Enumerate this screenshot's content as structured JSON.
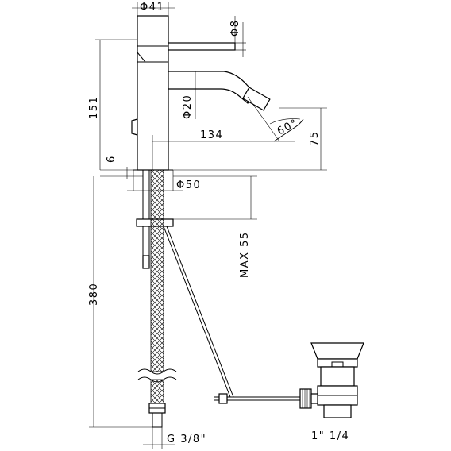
{
  "labels": {
    "d41": "Φ41",
    "d8": "Φ8",
    "h151": "151",
    "d20": "Φ20",
    "w134": "134",
    "a60": "60°",
    "h75": "75",
    "t6": "6",
    "d50": "Φ50",
    "max55": "MAX 55",
    "h380": "380",
    "g38": "G 3/8\"",
    "drain": "1\"  1/4"
  }
}
